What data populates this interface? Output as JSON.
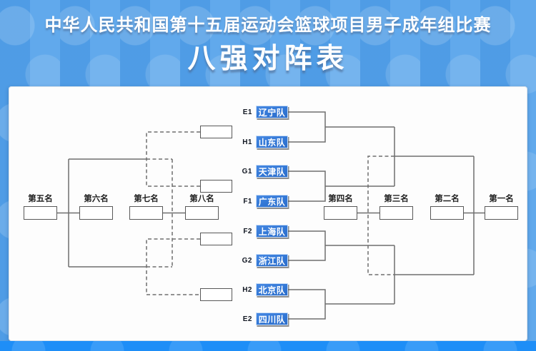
{
  "header": {
    "title_line1": "中华人民共和国第十五届运动会篮球项目男子成年组比赛",
    "title_line2": "八强对阵表"
  },
  "bracket": {
    "teams": [
      {
        "seed": "E1",
        "name": "辽宁队"
      },
      {
        "seed": "H1",
        "name": "山东队"
      },
      {
        "seed": "G1",
        "name": "天津队"
      },
      {
        "seed": "F1",
        "name": "广东队"
      },
      {
        "seed": "F2",
        "name": "上海队"
      },
      {
        "seed": "G2",
        "name": "浙江队"
      },
      {
        "seed": "H2",
        "name": "北京队"
      },
      {
        "seed": "E2",
        "name": "四川队"
      }
    ],
    "placements_left": [
      "第五名",
      "第六名",
      "第七名",
      "第八名"
    ],
    "placements_right": [
      "第四名",
      "第三名",
      "第二名",
      "第一名"
    ]
  },
  "colors": {
    "header_bg": "#55a3eb",
    "footer_bg": "#1e8ef7",
    "panel_bg": "#fdfdfd",
    "team_box_blue": "#3277d5",
    "line_gray": "#6f6f6f"
  }
}
